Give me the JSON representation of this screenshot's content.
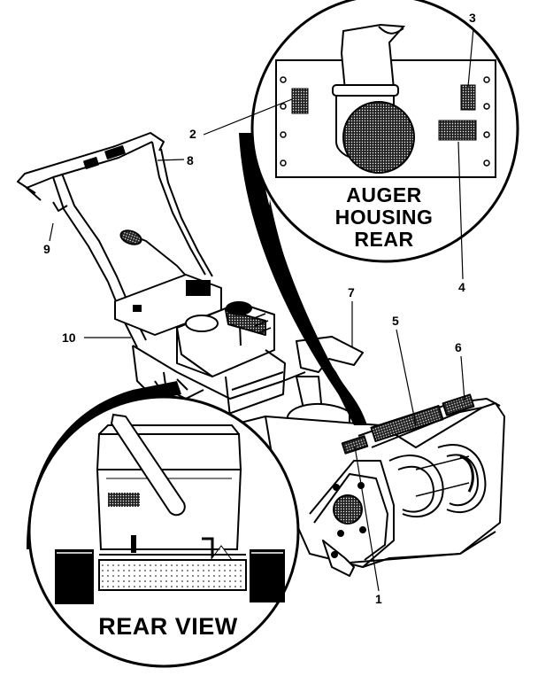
{
  "callouts": {
    "c1": "1",
    "c2": "2",
    "c3": "3",
    "c4": "4",
    "c5": "5",
    "c6": "6",
    "c7": "7",
    "c8": "8",
    "c9": "9",
    "c10": "10"
  },
  "insets": {
    "auger_housing_rear": [
      "AUGER",
      "HOUSING",
      "REAR"
    ],
    "rear_view": "REAR VIEW"
  },
  "colors": {
    "ink": "#000000",
    "paper": "#ffffff"
  }
}
